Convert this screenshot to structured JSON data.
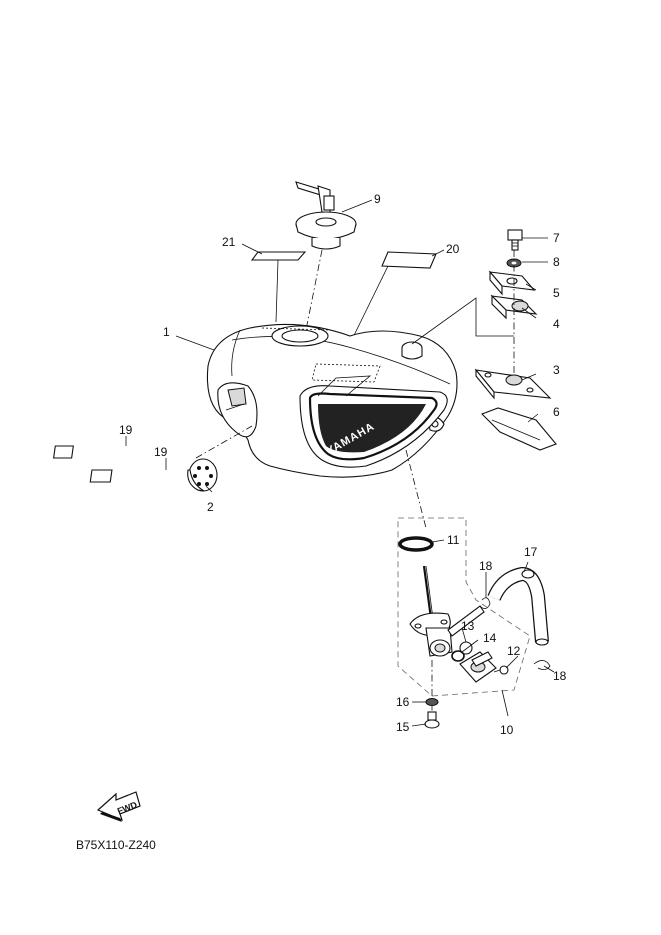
{
  "diagram": {
    "code": "B75X110-Z240",
    "fwd_label": "FWD",
    "tank_brand": "YAMAHA",
    "callouts": {
      "c1": "1",
      "c2": "2",
      "c3": "3",
      "c4": "4",
      "c5": "5",
      "c6": "6",
      "c7": "7",
      "c8": "8",
      "c9": "9",
      "c10": "10",
      "c11": "11",
      "c12": "12",
      "c13": "13",
      "c14": "14",
      "c15": "15",
      "c16": "16",
      "c17": "17",
      "c18a": "18",
      "c18b": "18",
      "c19a": "19",
      "c19b": "19",
      "c20": "20",
      "c21": "21"
    }
  }
}
